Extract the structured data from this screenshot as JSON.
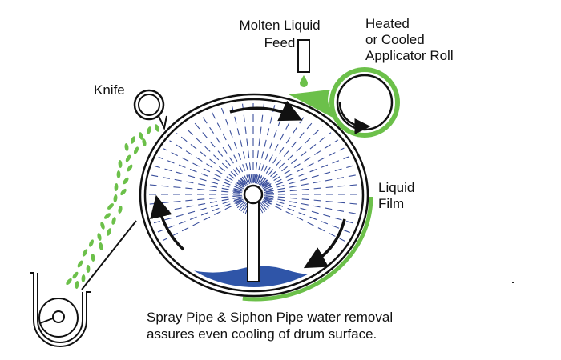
{
  "labels": {
    "feed_line1": "Molten Liquid",
    "feed_line2": "Feed",
    "roll_line1": "Heated",
    "roll_line2": "or Cooled",
    "roll_line3": "Applicator Roll",
    "knife": "Knife",
    "film_line1": "Liquid",
    "film_line2": "Film",
    "caption_line1": "Spray Pipe & Siphon Pipe water removal",
    "caption_line2": "assures even cooling of drum surface."
  },
  "colors": {
    "product_green": "#6cc04a",
    "water_blue": "#2f55a8",
    "spray_blue": "#3a4f9c",
    "outline": "#111111"
  },
  "icons": {
    "drum": "rotating-drum",
    "applicator_roll": "applicator-roll",
    "knife": "knife-blade",
    "feed_nozzle": "feed-nozzle",
    "collection_bin": "collection-bin",
    "rotation_arrows": "rotation-arrow"
  }
}
